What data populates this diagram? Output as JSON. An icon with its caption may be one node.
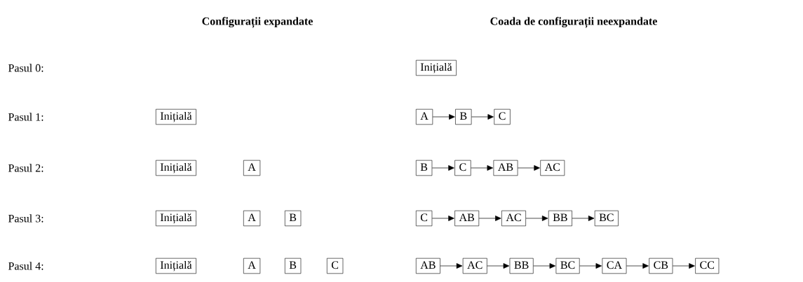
{
  "diagram": {
    "nodes": [
      {
        "text": [
          "Inițială"
        ]
      },
      {
        "text": [
          "Inițială"
        ]
      },
      {
        "text": [
          "A"
        ]
      },
      {
        "text": [
          "B"
        ]
      },
      {
        "text": [
          "C"
        ]
      },
      {
        "text": [
          "Inițială"
        ]
      },
      {
        "text": [
          "A"
        ]
      },
      {
        "text": [
          "B"
        ]
      },
      {
        "text": [
          "C"
        ]
      },
      {
        "text": [
          "AB"
        ]
      },
      {
        "text": [
          "AC"
        ]
      },
      {
        "text": [
          "Inițială"
        ]
      },
      {
        "text": [
          "A"
        ]
      },
      {
        "text": [
          "B"
        ]
      },
      {
        "text": [
          "C"
        ]
      },
      {
        "text": [
          "AB"
        ]
      },
      {
        "text": [
          "AC"
        ]
      },
      {
        "text": [
          "BB"
        ]
      },
      {
        "text": [
          "BC"
        ]
      },
      {
        "text": [
          "Inițială"
        ]
      },
      {
        "text": [
          "A"
        ]
      },
      {
        "text": [
          "B"
        ]
      },
      {
        "text": [
          "C"
        ]
      },
      {
        "text": [
          "AB"
        ]
      },
      {
        "text": [
          "AC"
        ]
      },
      {
        "text": [
          "BB"
        ]
      },
      {
        "text": [
          "BC"
        ]
      },
      {
        "text": [
          "CA"
        ]
      },
      {
        "text": [
          "CB"
        ]
      },
      {
        "text": [
          "CC"
        ]
      }
    ],
    "edges": [
      {
        "from": 2,
        "to": 3,
        "arrow": "to"
      },
      {
        "from": 3,
        "to": 4,
        "arrow": "to"
      },
      {
        "from": 7,
        "to": 8,
        "arrow": "to"
      },
      {
        "from": 8,
        "to": 9,
        "arrow": "to"
      },
      {
        "from": 9,
        "to": 10,
        "arrow": "to"
      },
      {
        "from": 14,
        "to": 15,
        "arrow": "to"
      },
      {
        "from": 15,
        "to": 16,
        "arrow": "to"
      },
      {
        "from": 16,
        "to": 17,
        "arrow": "to"
      },
      {
        "from": 17,
        "to": 18,
        "arrow": "to"
      },
      {
        "from": 23,
        "to": 24,
        "arrow": "to"
      },
      {
        "from": 24,
        "to": 25,
        "arrow": "to"
      },
      {
        "from": 25,
        "to": 26,
        "arrow": "to"
      },
      {
        "from": 26,
        "to": 27,
        "arrow": "to"
      },
      {
        "from": 27,
        "to": 28,
        "arrow": "to"
      },
      {
        "from": 28,
        "to": 29,
        "arrow": "to"
      }
    ],
    "labels": [
      "Configurații expandate",
      "Coada de configurații neexpandate",
      "Pasul 0:",
      "Pasul 1:",
      "Pasul 2:",
      "Pasul 3:",
      "Pasul 4:"
    ]
  }
}
